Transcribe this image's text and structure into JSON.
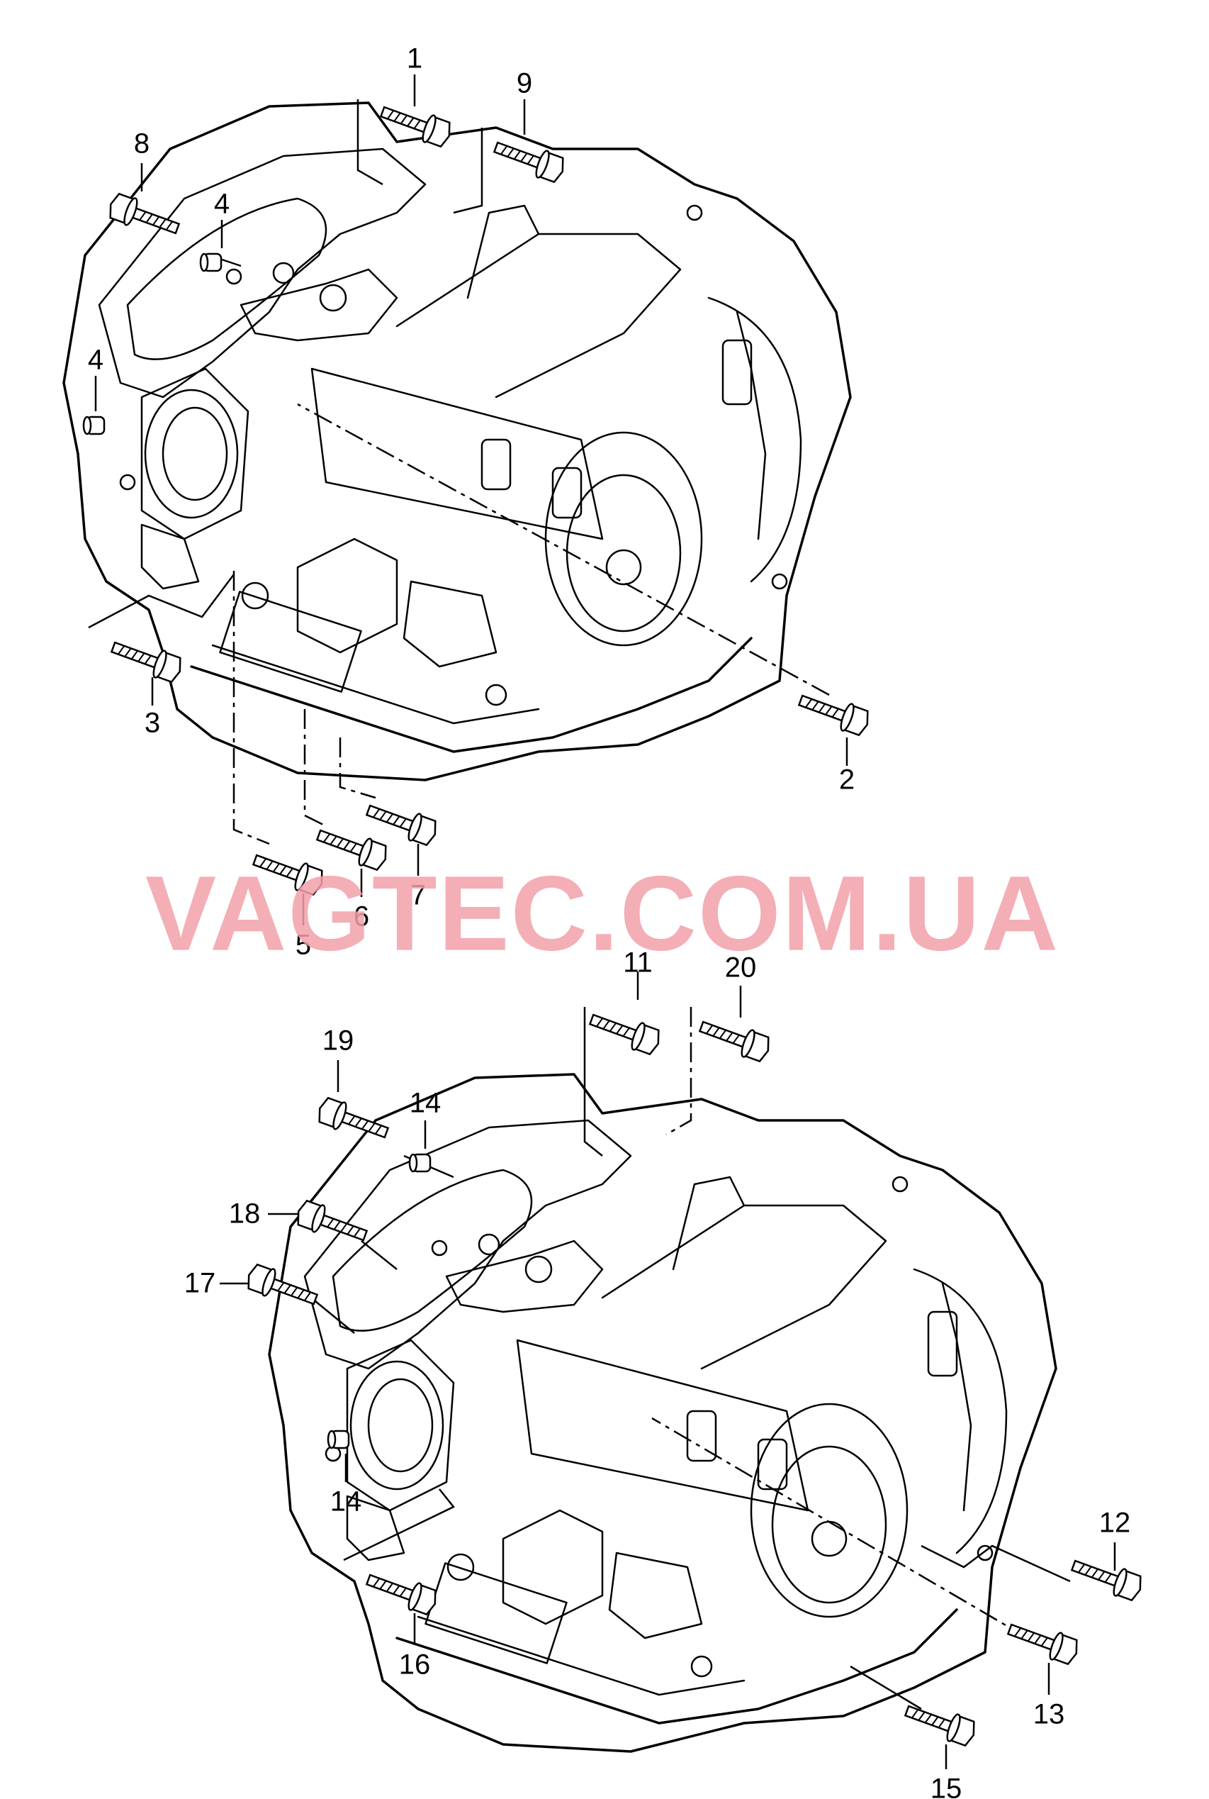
{
  "watermark": "VAGTEC.COM.UA",
  "callouts": {
    "c1": "1",
    "c2": "2",
    "c3": "3",
    "c4a": "4",
    "c4b": "4",
    "c5": "5",
    "c6": "6",
    "c7": "7",
    "c8": "8",
    "c9": "9",
    "c11": "11",
    "c12": "12",
    "c13": "13",
    "c14a": "14",
    "c14b": "14",
    "c15": "15",
    "c16": "16",
    "c17": "17",
    "c18": "18",
    "c19": "19",
    "c20": "20"
  }
}
